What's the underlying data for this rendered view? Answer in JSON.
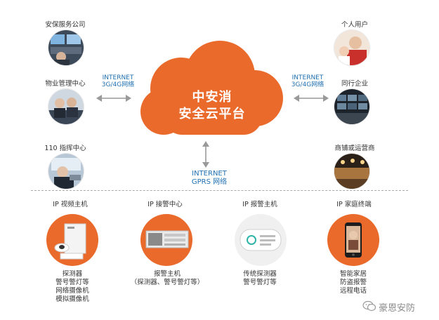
{
  "cloud": {
    "line1": "中安消",
    "line2": "安全云平台",
    "color": "#ea6a2c"
  },
  "left_clients": [
    {
      "label": "安保服务公司",
      "icon": "security-company-photo"
    },
    {
      "label": "物业管理中心",
      "icon": "property-center-photo"
    },
    {
      "label": "110 指挥中心",
      "icon": "command-center-photo"
    }
  ],
  "right_clients": [
    {
      "label": "个人用户",
      "icon": "personal-user-photo"
    },
    {
      "label": "同行企业",
      "icon": "peer-enterprise-photo"
    },
    {
      "label": "商铺或运营商",
      "icon": "shop-operator-photo"
    }
  ],
  "links": {
    "left": {
      "line1": "INTERNET",
      "line2": "3G/4G网络"
    },
    "right": {
      "line1": "INTERNET",
      "line2": "3G/4G网络"
    },
    "bottom": {
      "line1": "INTERNET",
      "line2": "GPRS 网络"
    }
  },
  "devices": [
    {
      "title": "IP 视频主机",
      "lines": [
        "探测器",
        "警号警灯等",
        "网络摄像机",
        "模拟摄像机"
      ],
      "icon": "video-host-icon"
    },
    {
      "title": "IP 接警中心",
      "lines": [
        "报警主机",
        "（探测器、警号警灯等）"
      ],
      "icon": "alarm-center-icon"
    },
    {
      "title": "IP 报警主机",
      "lines": [
        "传统探测器",
        "警号警灯等"
      ],
      "icon": "alarm-host-icon"
    },
    {
      "title": "IP 家庭终端",
      "lines": [
        "智能家居",
        "防盗报警",
        "远程电话"
      ],
      "icon": "home-terminal-icon"
    }
  ],
  "watermark": "豪恩安防"
}
